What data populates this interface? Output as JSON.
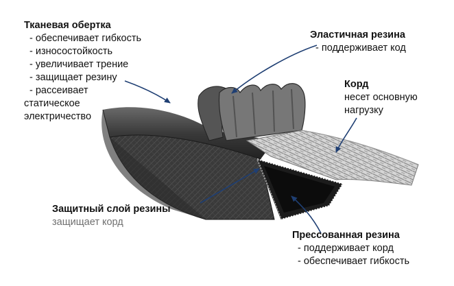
{
  "labels": {
    "fabric": {
      "title": "Тканевая обертка",
      "items": [
        "- обеспечивает гибкость",
        "- износостойкость",
        "- увеличивает трение",
        "- защищает резину",
        "- рассеивает",
        "статическое",
        "электричество"
      ]
    },
    "elastic": {
      "title": "Эластичная резина",
      "items": [
        "- поддерживает код"
      ]
    },
    "cord": {
      "title": "Корд",
      "items": [
        "несет основную",
        "нагрузку"
      ]
    },
    "protective": {
      "title": "Защитный слой резины",
      "subtitle": "защищает корд"
    },
    "pressed": {
      "title": "Прессованная резина",
      "items": [
        "- поддерживает корд",
        "- обеспечивает гибкость"
      ]
    }
  },
  "colors": {
    "arrow": "#1f3f73",
    "belt_dark": "#2f2f2f",
    "belt_mid": "#555555",
    "cord_light": "#cfcfcf"
  }
}
